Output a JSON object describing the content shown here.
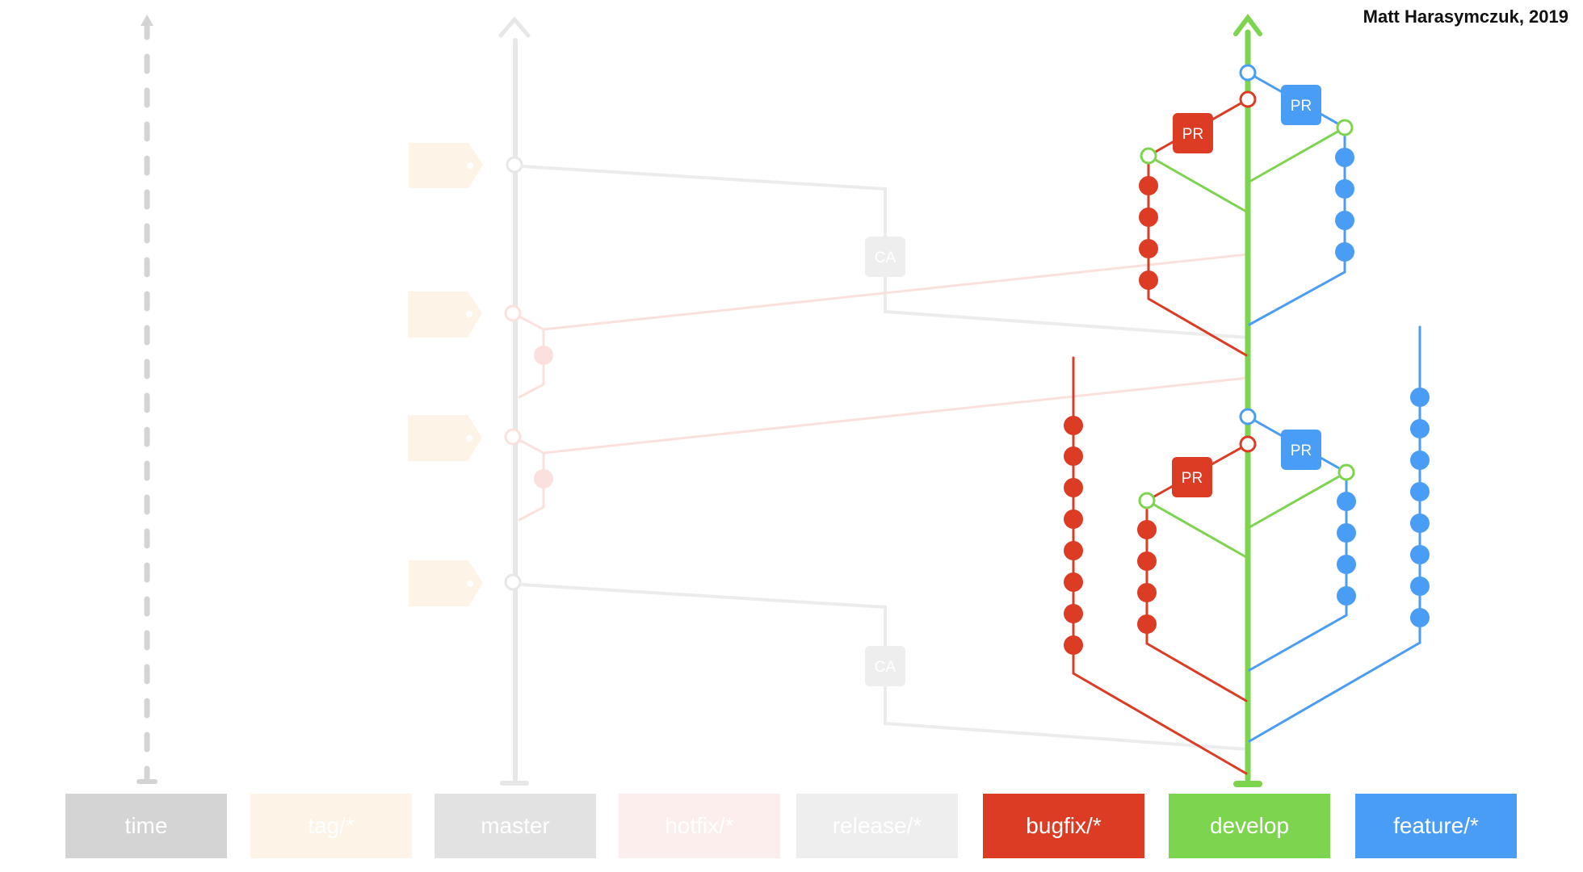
{
  "author": "Matt Harasymczuk, 2019",
  "lanes": {
    "time": {
      "label": "time",
      "color": "#d4d4d4"
    },
    "tag": {
      "label": "tag/*",
      "color": "#fdf3e7"
    },
    "master": {
      "label": "master",
      "color": "#e2e2e2"
    },
    "hotfix": {
      "label": "hotfix/*",
      "color": "#fdeeee"
    },
    "release": {
      "label": "release/*",
      "color": "#eeeeee"
    },
    "bugfix": {
      "label": "bugfix/*",
      "color": "#dc3b24"
    },
    "develop": {
      "label": "develop",
      "color": "#7dd44e"
    },
    "feature": {
      "label": "feature/*",
      "color": "#4a9df5"
    }
  },
  "badges": {
    "pull_request": "PR",
    "cherry_pick": "CA"
  },
  "colors": {
    "bugfix_line": "#dc3b24",
    "feature_line": "#4a9df5",
    "develop_line": "#7dd44e",
    "faded_gray": "#e9e9e9",
    "faded_red": "#fbe1de",
    "faded_tag": "#fdf3e7"
  }
}
